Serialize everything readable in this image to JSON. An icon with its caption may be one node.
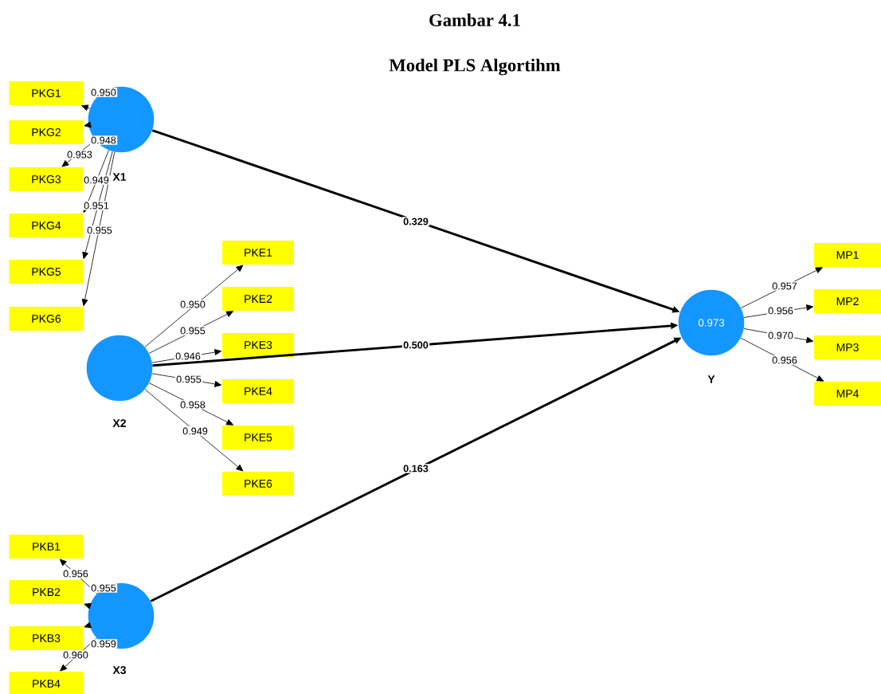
{
  "diagram": {
    "title": "Gambar 4.1",
    "nodes": [
      {
        "text": [],
        "shape": "circle",
        "beside": [
          "X1"
        ]
      },
      {
        "text": [
          "PKG1"
        ]
      },
      {
        "text": [
          "PKG2"
        ]
      },
      {
        "text": [
          "PKG3"
        ]
      },
      {
        "text": [
          "PKG4"
        ]
      },
      {
        "text": [
          "PKG5"
        ]
      },
      {
        "text": [
          "PKG6"
        ]
      },
      {
        "text": [],
        "shape": "circle",
        "beside": [
          "X2"
        ]
      },
      {
        "text": [
          "PKE1"
        ]
      },
      {
        "text": [
          "PKE2"
        ]
      },
      {
        "text": [
          "PKE3"
        ]
      },
      {
        "text": [
          "PKE4"
        ]
      },
      {
        "text": [
          "PKE5"
        ]
      },
      {
        "text": [
          "PKE6"
        ]
      },
      {
        "text": [],
        "shape": "circle",
        "beside": [
          "X3"
        ]
      },
      {
        "text": [
          "PKB1"
        ]
      },
      {
        "text": [
          "PKB2"
        ]
      },
      {
        "text": [
          "PKB3"
        ]
      },
      {
        "text": [
          "PKB4"
        ]
      },
      {
        "text": [
          "0.973"
        ],
        "beside": [
          "Y"
        ]
      },
      {
        "text": [
          "MP1"
        ]
      },
      {
        "text": [
          "MP2"
        ]
      },
      {
        "text": [
          "MP3"
        ]
      },
      {
        "text": [
          "MP4"
        ]
      }
    ],
    "edges": [
      {
        "from": 0,
        "to": 1,
        "arrow": "to",
        "label": "0.950"
      },
      {
        "from": 0,
        "to": 2,
        "arrow": "to",
        "label": "0.948"
      },
      {
        "from": 0,
        "to": 3,
        "arrow": "to",
        "label": "0.953"
      },
      {
        "from": 0,
        "to": 4,
        "arrow": "to",
        "label": "0.949"
      },
      {
        "from": 0,
        "to": 5,
        "arrow": "to",
        "label": "0.951"
      },
      {
        "from": 0,
        "to": 6,
        "arrow": "to",
        "label": "0.955"
      },
      {
        "from": 7,
        "to": 8,
        "arrow": "to",
        "label": "0.950"
      },
      {
        "from": 7,
        "to": 9,
        "arrow": "to",
        "label": "0.955"
      },
      {
        "from": 7,
        "to": 10,
        "arrow": "to",
        "label": "0.946"
      },
      {
        "from": 7,
        "to": 11,
        "arrow": "to",
        "label": "0.955"
      },
      {
        "from": 7,
        "to": 12,
        "arrow": "to",
        "label": "0.958"
      },
      {
        "from": 7,
        "to": 13,
        "arrow": "to",
        "label": "0.949"
      },
      {
        "from": 14,
        "to": 15,
        "arrow": "to",
        "label": "0.956"
      },
      {
        "from": 14,
        "to": 16,
        "arrow": "to",
        "label": "0.955"
      },
      {
        "from": 14,
        "to": 17,
        "arrow": "to",
        "label": "0.959"
      },
      {
        "from": 14,
        "to": 18,
        "arrow": "to",
        "label": "0.960"
      },
      {
        "from": 19,
        "to": 20,
        "arrow": "to",
        "label": "0.957"
      },
      {
        "from": 19,
        "to": 21,
        "arrow": "to",
        "label": "0.956"
      },
      {
        "from": 19,
        "to": 22,
        "arrow": "to",
        "label": "0.970"
      },
      {
        "from": 19,
        "to": 23,
        "arrow": "to",
        "label": "0.956"
      },
      {
        "from": 0,
        "to": 19,
        "arrow": "to",
        "label": "0.329",
        "style": "thick"
      },
      {
        "from": 7,
        "to": 19,
        "arrow": "to",
        "label": "0.500",
        "style": "thick"
      },
      {
        "from": 14,
        "to": 19,
        "arrow": "to",
        "label": "0.163",
        "style": "thick"
      }
    ],
    "labels": [
      "Model PLS Algortihm"
    ]
  }
}
